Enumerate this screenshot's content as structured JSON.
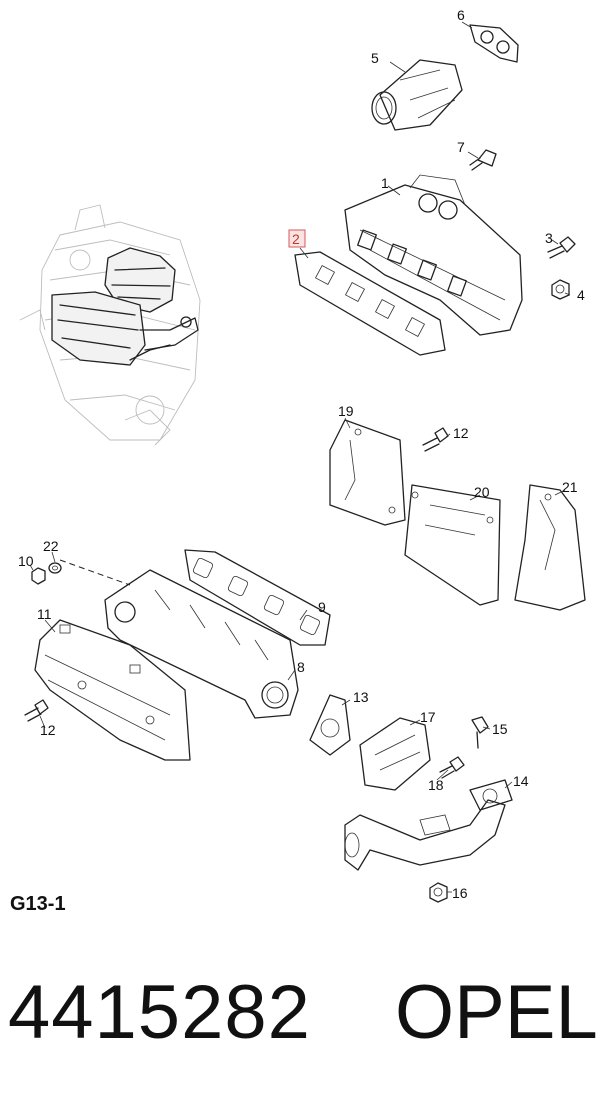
{
  "diagram": {
    "code": "G13-1",
    "highlighted_callout": "2",
    "callouts": [
      "1",
      "2",
      "3",
      "4",
      "5",
      "6",
      "7",
      "8",
      "9",
      "10",
      "11",
      "12",
      "12",
      "13",
      "14",
      "15",
      "16",
      "17",
      "18",
      "19",
      "20",
      "21",
      "22"
    ]
  },
  "product": {
    "part_number": "4415282",
    "brand": "OPEL"
  },
  "colors": {
    "highlight_border": "#d65a5a",
    "highlight_fill": "#fbe3e3",
    "line_art": "#222222",
    "ghost_engine": "#bdbdbd"
  }
}
